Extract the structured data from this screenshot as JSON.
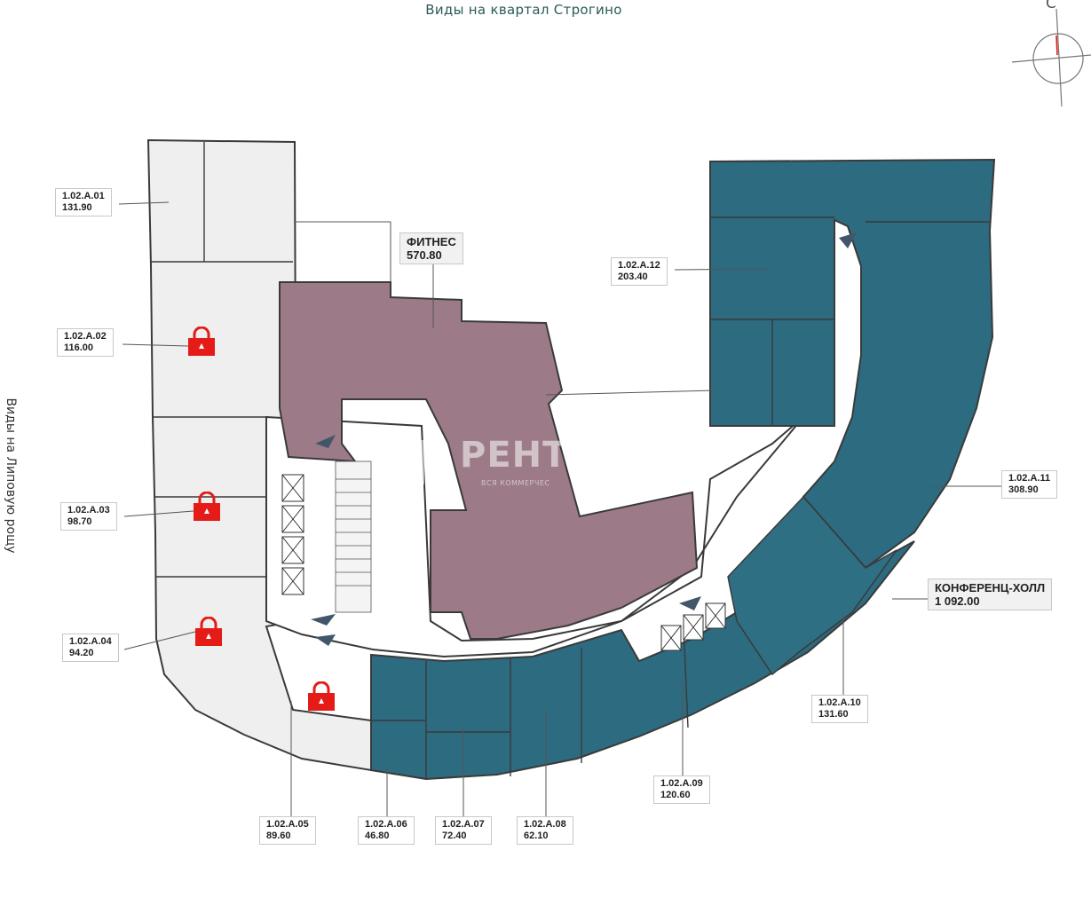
{
  "captions": {
    "top": "Виды на квартал Строгино",
    "side": "Виды на Липовую рощу",
    "compass": "С"
  },
  "colors": {
    "occupied": "#efefef",
    "available": "#2c6b80",
    "fitness": "#9c7a88",
    "lock": "#e41b17",
    "line": "#3a3a3a"
  },
  "units": [
    {
      "id": "1.02.A.01",
      "area": "131.90",
      "status": "occupied"
    },
    {
      "id": "1.02.A.02",
      "area": "116.00",
      "status": "reserved"
    },
    {
      "id": "1.02.A.03",
      "area": "98.70",
      "status": "reserved"
    },
    {
      "id": "1.02.A.04",
      "area": "94.20",
      "status": "reserved"
    },
    {
      "id": "1.02.A.05",
      "area": "89.60",
      "status": "reserved"
    },
    {
      "id": "1.02.A.06",
      "area": "46.80",
      "status": "available"
    },
    {
      "id": "1.02.A.07",
      "area": "72.40",
      "status": "available"
    },
    {
      "id": "1.02.A.08",
      "area": "62.10",
      "status": "available"
    },
    {
      "id": "1.02.A.09",
      "area": "120.60",
      "status": "available"
    },
    {
      "id": "1.02.A.10",
      "area": "131.60",
      "status": "available"
    },
    {
      "id": "1.02.A.11",
      "area": "308.90",
      "status": "available"
    },
    {
      "id": "1.02.A.12",
      "area": "203.40",
      "status": "available"
    }
  ],
  "zones": {
    "fitness": {
      "name": "ФИТНЕС",
      "area": "570.80"
    },
    "conference": {
      "name": "КОНФЕРЕНЦ-ХОЛЛ",
      "area": "1 092.00"
    }
  },
  "watermark": {
    "word": "РЕНТ",
    "sub": "ВСЯ КОММЕРЧЕС"
  }
}
